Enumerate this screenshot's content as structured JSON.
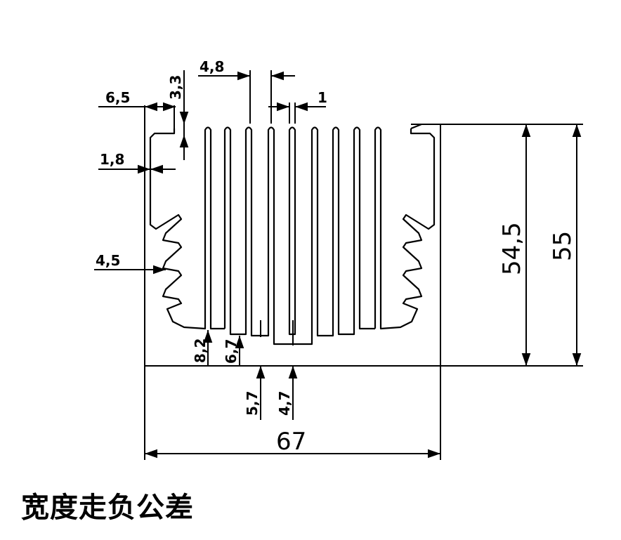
{
  "dimensions": {
    "d_6_5": "6,5",
    "d_3_3": "3,3",
    "d_4_8": "4,8",
    "d_1": "1",
    "d_1_8": "1,8",
    "d_4_5": "4,5",
    "d_8_2": "8,2",
    "d_6_7": "6,7",
    "d_5_7": "5,7",
    "d_4_7": "4,7",
    "d_54_5": "54,5",
    "d_55": "55",
    "d_67": "67"
  },
  "caption": "宽度走负公差",
  "colors": {
    "line": "#000000",
    "background": "#ffffff"
  }
}
